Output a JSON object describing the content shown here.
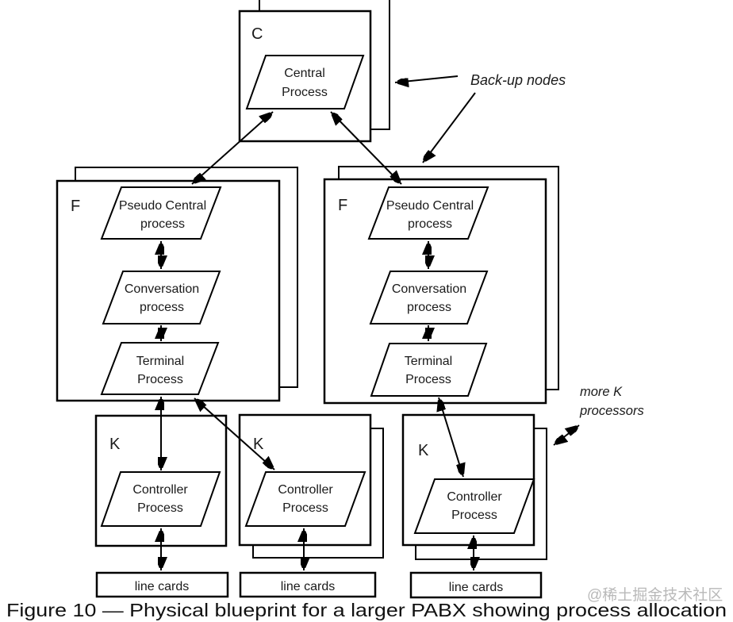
{
  "diagram": {
    "caption": "Figure 10 — Physical blueprint for a larger PABX showing process allocation",
    "watermark": "@稀土掘金技术社区",
    "annotations": {
      "backup_nodes": "Back-up nodes",
      "more_k": {
        "line1": "more K",
        "line2": "processors"
      }
    },
    "node_labels": {
      "central": "C",
      "front": "F",
      "controller": "K"
    },
    "processes": {
      "central": {
        "line1": "Central",
        "line2": "Process"
      },
      "pseudo_central": {
        "line1": "Pseudo Central",
        "line2": "process"
      },
      "conversation": {
        "line1": "Conversation",
        "line2": "process"
      },
      "terminal": {
        "line1": "Terminal",
        "line2": "Process"
      },
      "controller": {
        "line1": "Controller",
        "line2": "Process"
      }
    },
    "line_cards": "line cards",
    "colors": {
      "line": "#000000",
      "background": "#ffffff",
      "watermark": "#b9b9b9"
    }
  }
}
